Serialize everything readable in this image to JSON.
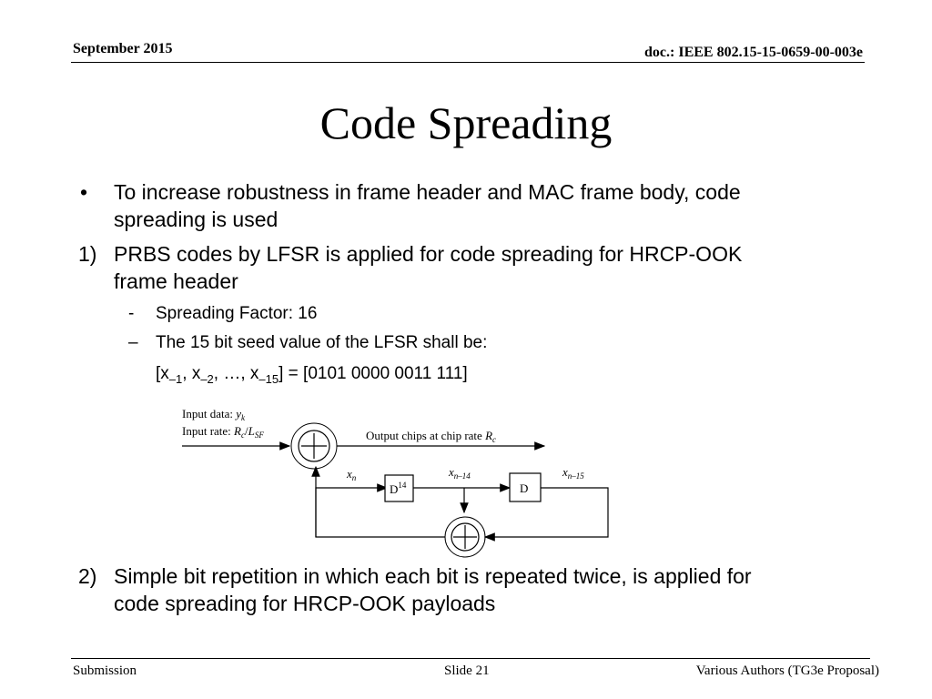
{
  "header": {
    "date": "September 2015",
    "doc": "doc.: IEEE 802.15-15-0659-00-003e"
  },
  "title": "Code Spreading",
  "bullets": {
    "b1_marker": "•",
    "b1_line1": "To increase robustness in frame header and MAC frame body, code",
    "b1_line2": "spreading is used",
    "n1_marker": "1)",
    "n1_line1": "PRBS codes by LFSR is applied for code spreading for HRCP-OOK",
    "n1_line2": "frame header",
    "s1_marker": "-",
    "s1_text": "Spreading Factor: 16",
    "s2_marker": "–",
    "s2_text": "The 15 bit seed value of the LFSR shall be:",
    "seed": {
      "x": "x",
      "i1": "–1",
      "i2": "–2",
      "i15": "–15",
      "sep1": ", ",
      "sep2": ", …, ",
      "value": "] = [0101 0000 0011 111]"
    },
    "n2_marker": "2)",
    "n2_line1": "Simple bit repetition in which each bit is repeated twice, is applied for",
    "n2_line2": "code spreading for HRCP-OOK payloads"
  },
  "diagram": {
    "input_data_label": "Input data: ",
    "input_data_var": "y",
    "input_data_sub": "k",
    "input_rate_label": "Input rate: ",
    "input_rate_r": "R",
    "input_rate_c": "c",
    "input_rate_slash": "/",
    "input_rate_l": "L",
    "input_rate_sf": "SF",
    "output_label": "Output chips at chip rate ",
    "output_r": "R",
    "output_c": "c",
    "xn": "x",
    "xn_sub": "n",
    "xn14_sub": "n–14",
    "xn15_sub": "n–15",
    "delay14": "D",
    "delay14_sup": "14",
    "delay1": "D"
  },
  "footer": {
    "left": "Submission",
    "center": "Slide 21",
    "right": "Various Authors (TG3e Proposal)"
  }
}
